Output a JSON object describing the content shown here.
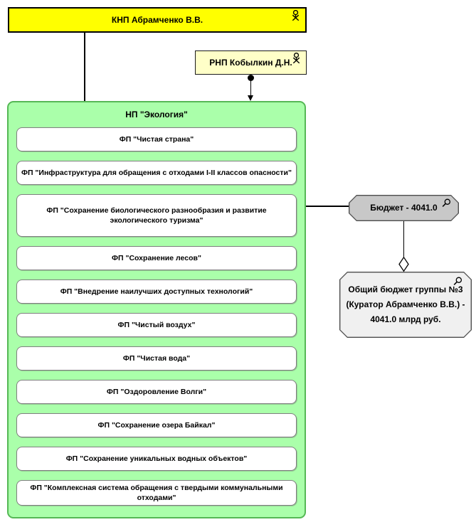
{
  "palette": {
    "curator_fill": "#FFFF00",
    "head_fill": "#FFFFC8",
    "program_fill": "#AAFFAA",
    "program_border": "#55B855",
    "project_fill": "#FFFFFF",
    "budget_fill": "#C8C8C8",
    "total_budget_fill": "#F0F0F0",
    "line_color": "#000000"
  },
  "actors": {
    "knp": {
      "label": "КНП Абрамченко В.В."
    },
    "rnp": {
      "label": "РНП Кобылкин Д.Н."
    }
  },
  "program": {
    "title": "НП \"Экология\"",
    "items": [
      "ФП \"Чистая страна\"",
      "ФП \"Инфраструктура для обращения с отходами I-II классов опасности\"",
      "ФП \"Сохранение биологического разнообразия и развитие экологического туризма\"",
      "ФП \"Сохранение лесов\"",
      "ФП \"Внедрение наилучших доступных технологий\"",
      "ФП \"Чистый воздух\"",
      "ФП \"Чистая вода\"",
      "ФП \"Оздоровление Волги\"",
      "ФП \"Сохранение озера Байкал\"",
      "ФП \"Сохранение уникальных водных объектов\"",
      "ФП \"Комплексная система обращения с твердыми коммунальными отходами\""
    ]
  },
  "budget": {
    "label": "Бюджет - 4041.0"
  },
  "total_budget": {
    "lines": [
      "Общий бюджет группы №3",
      "(Куратор Абрамченко В.В.) -",
      "4041.0 млрд руб."
    ]
  }
}
